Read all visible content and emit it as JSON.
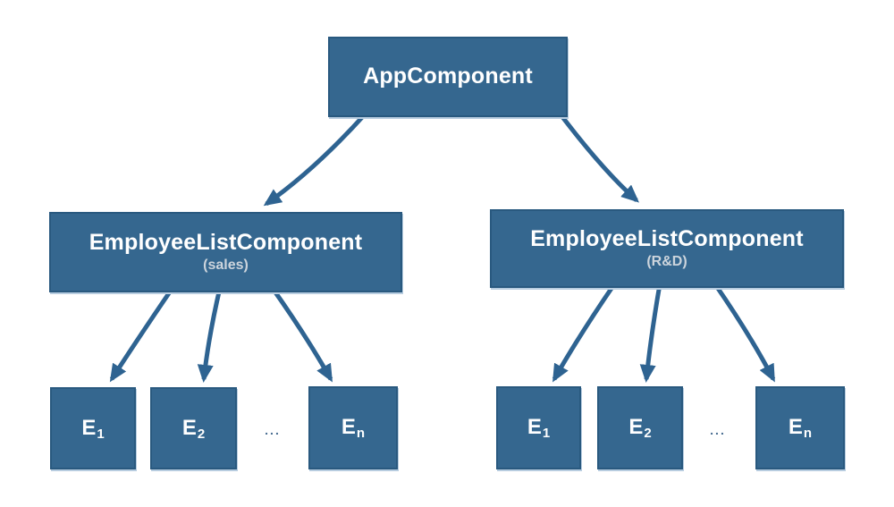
{
  "nodes": {
    "root": {
      "label": "AppComponent"
    },
    "left_list": {
      "label": "EmployeeListComponent",
      "sublabel": "(sales)"
    },
    "right_list": {
      "label": "EmployeeListComponent",
      "sublabel": "(R&D)"
    },
    "left_children": [
      {
        "label": "E",
        "sub": "1"
      },
      {
        "label": "E",
        "sub": "2"
      },
      {
        "label": "E",
        "sub": "n"
      }
    ],
    "right_children": [
      {
        "label": "E",
        "sub": "1"
      },
      {
        "label": "E",
        "sub": "2"
      },
      {
        "label": "E",
        "sub": "n"
      }
    ],
    "left_ellipsis": "...",
    "right_ellipsis": "..."
  },
  "colors": {
    "background": "#ffffff",
    "node_fill": "#35678f",
    "node_border": "#29597f",
    "node_shadow": "#b8cde0",
    "arrow": "#2e6391",
    "title_text": "#ffffff",
    "subtitle_text": "#ccd4dc",
    "ellipsis_text": "#4a6e92"
  }
}
